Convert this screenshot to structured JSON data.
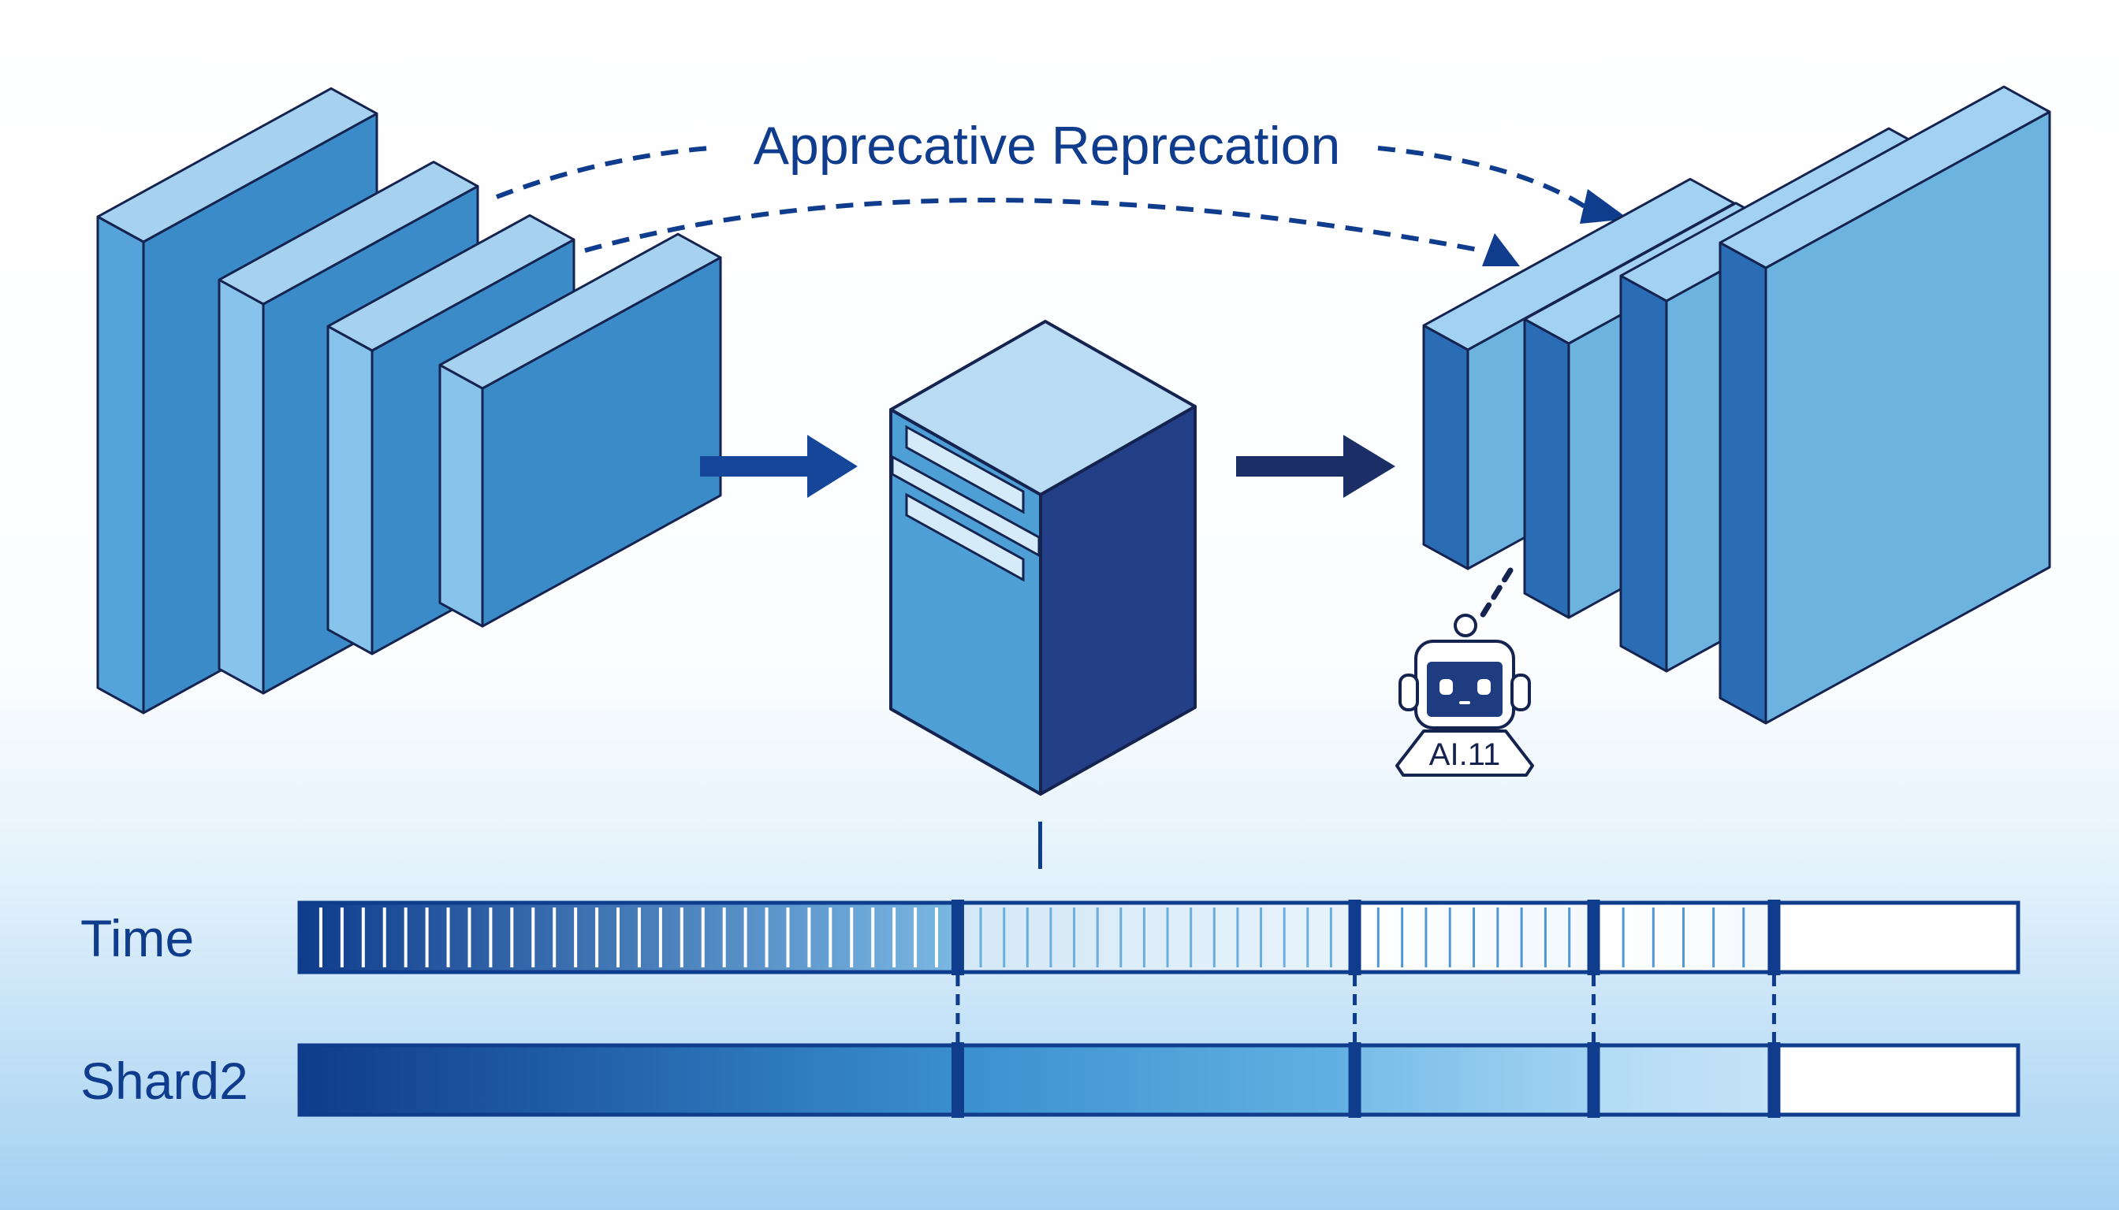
{
  "diagram": {
    "title": "Apprecative Reprecation",
    "robot_badge": "AI.11",
    "colors": {
      "navy": "#0f3c8c",
      "outline": "#14234f",
      "encoder_face": "#3a8bc8",
      "encoder_side": "#55a3da",
      "encoder_top": "#a6d2f0",
      "encoder_side_light": "#87c3eb",
      "server_top": "#b9dcf4",
      "server_front": "#4e9fd6",
      "server_side": "#233f88",
      "server_slot": "#d6ebfa",
      "decoder_face": "#6db3e0",
      "decoder_side": "#2a6db5",
      "decoder_top": "#a3d1f1",
      "arrow_in": "#15469a",
      "arrow_out": "#1b2f66"
    },
    "encoder_blocks": [
      "encoder-block-1",
      "encoder-block-2",
      "encoder-block-3",
      "encoder-block-4"
    ],
    "decoder_blocks": [
      "decoder-block-1",
      "decoder-block-2",
      "decoder-block-3",
      "decoder-block-4"
    ]
  },
  "timeline": {
    "rows": [
      {
        "id": "time",
        "label": "Time",
        "style": "striped"
      },
      {
        "id": "shard2",
        "label": "Shard2",
        "style": "solid"
      }
    ],
    "segments": [
      {
        "start": 0.0,
        "end": 0.383,
        "from": "#0f3c8c",
        "to": "#7ab8e3",
        "stripes": 30
      },
      {
        "start": 0.383,
        "end": 0.614,
        "from": "#d4e8f7",
        "to": "#e8f3fb",
        "stripes": 16
      },
      {
        "start": 0.614,
        "end": 0.753,
        "from": "#ffffff",
        "to": "#f2f8fd",
        "stripes": 9
      },
      {
        "start": 0.753,
        "end": 0.858,
        "from": "#ffffff",
        "to": "#f4f9fd",
        "stripes": 5
      },
      {
        "start": 0.858,
        "end": 1.0,
        "from": "#ffffff",
        "to": "#ffffff",
        "stripes": 0
      }
    ],
    "shard_segments": [
      {
        "start": 0.0,
        "end": 0.383,
        "from": "#0f3c8c",
        "to": "#3a8fce"
      },
      {
        "start": 0.383,
        "end": 0.614,
        "from": "#3a90cf",
        "to": "#64b2e3"
      },
      {
        "start": 0.614,
        "end": 0.753,
        "from": "#78bde8",
        "to": "#a3d3f2"
      },
      {
        "start": 0.753,
        "end": 0.858,
        "from": "#b2dbf5",
        "to": "#c6e3f6"
      },
      {
        "start": 0.858,
        "end": 1.0,
        "from": "#ffffff",
        "to": "#ffffff"
      }
    ],
    "markers": [
      0.383,
      0.614,
      0.753,
      0.858
    ]
  }
}
